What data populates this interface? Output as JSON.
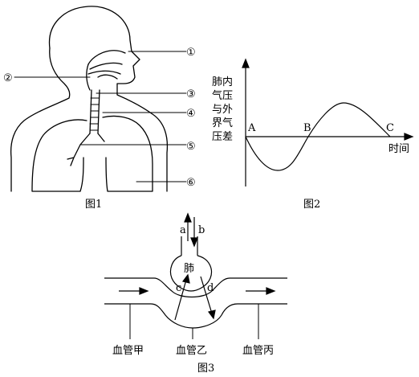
{
  "figure1": {
    "caption": "图1",
    "markers": [
      "①",
      "②",
      "③",
      "④",
      "⑤",
      "⑥"
    ]
  },
  "figure2": {
    "caption": "图2",
    "ylabel_lines": [
      "肺内",
      "气压",
      "与外",
      "界气",
      "压差"
    ],
    "xlabel": "时间",
    "points": [
      "A",
      "B",
      "C"
    ]
  },
  "figure3": {
    "caption": "图3",
    "organ": "肺",
    "arrows": [
      "a",
      "b",
      "c",
      "d"
    ],
    "vessels": [
      "血管甲",
      "血管乙",
      "血管丙"
    ]
  }
}
